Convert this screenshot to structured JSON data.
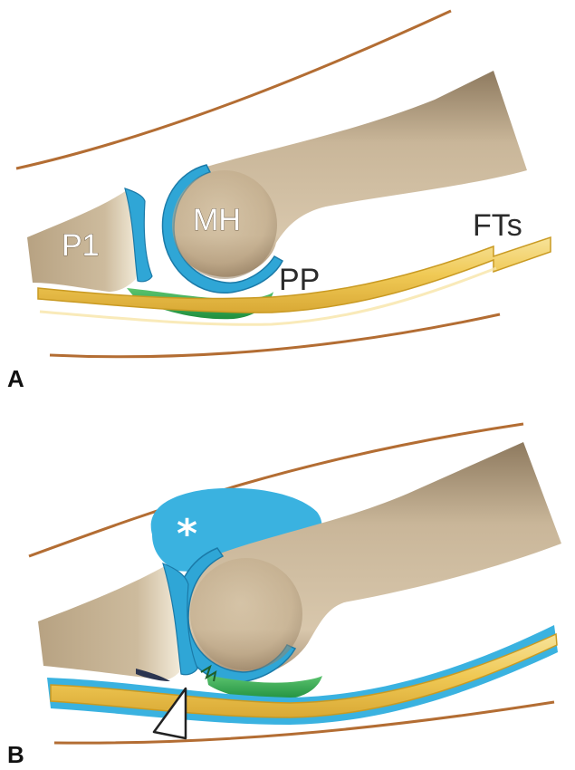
{
  "colors": {
    "bone": "#c7b394",
    "bone_dark": "#a48e6f",
    "cartilage": "#2fa6d6",
    "cartilage_dark": "#1b7aa8",
    "plate": "#3fb25a",
    "plate_dark": "#1f8a3a",
    "tendon": "#f1cd63",
    "tendon_edge": "#c99a22",
    "skin": "#b36d33",
    "effusion": "#3ab2e0"
  },
  "panel_a": {
    "letter": "A",
    "labels": {
      "p1": "P1",
      "mh": "MH",
      "pp": "PP",
      "fts": "FTs"
    }
  },
  "panel_b": {
    "letter": "B",
    "effusion_marker": "*",
    "arrowhead": "white-arrowhead-icon"
  }
}
